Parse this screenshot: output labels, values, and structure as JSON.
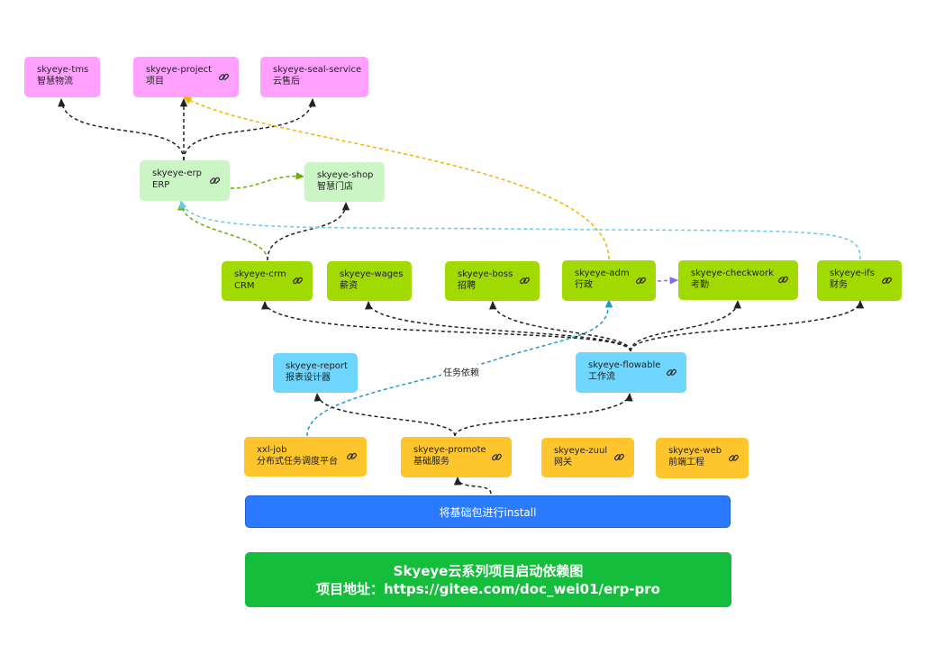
{
  "nodes": [
    {
      "id": "tms",
      "name": "skyeye-tms",
      "desc": "智慧物流",
      "link": false
    },
    {
      "id": "project",
      "name": "skyeye-project",
      "desc": "项目",
      "link": true
    },
    {
      "id": "seal",
      "name": "skyeye-seal-service",
      "desc": "云售后",
      "link": false
    },
    {
      "id": "erp",
      "name": "skyeye-erp",
      "desc": "ERP",
      "link": true
    },
    {
      "id": "shop",
      "name": "skyeye-shop",
      "desc": "智慧门店",
      "link": false
    },
    {
      "id": "crm",
      "name": "skyeye-crm",
      "desc": "CRM",
      "link": true
    },
    {
      "id": "wages",
      "name": "skyeye-wages",
      "desc": "薪资",
      "link": false
    },
    {
      "id": "boss",
      "name": "skyeye-boss",
      "desc": "招聘",
      "link": true
    },
    {
      "id": "adm",
      "name": "skyeye-adm",
      "desc": "行政",
      "link": true
    },
    {
      "id": "checkwork",
      "name": "skyeye-checkwork",
      "desc": "考勤",
      "link": true
    },
    {
      "id": "ifs",
      "name": "skyeye-ifs",
      "desc": "财务",
      "link": true
    },
    {
      "id": "report",
      "name": "skyeye-report",
      "desc": "报表设计器",
      "link": false
    },
    {
      "id": "flowable",
      "name": "skyeye-flowable",
      "desc": "工作流",
      "link": true
    },
    {
      "id": "xxljob",
      "name": "xxl-job",
      "desc": "分布式任务调度平台",
      "link": true
    },
    {
      "id": "promote",
      "name": "skyeye-promote",
      "desc": "基础服务",
      "link": true
    },
    {
      "id": "zuul",
      "name": "skyeye-zuul",
      "desc": "网关",
      "link": true
    },
    {
      "id": "web",
      "name": "skyeye-web",
      "desc": "前端工程",
      "link": true
    }
  ],
  "edge_labels": {
    "task_dependency": "任务依赖"
  },
  "install_bar": {
    "label": "将基础包进行install"
  },
  "title": {
    "line1": "Skyeye云系列项目启动依赖图",
    "line2": "项目地址：https://gitee.com/doc_wei01/erp-pro"
  },
  "colors": {
    "pink": "#ffa0ff",
    "light_green": "#ccf5c5",
    "green": "#a1da00",
    "cyan": "#6fd6ff",
    "yellow": "#ffc52c",
    "install_blue": "#2a7bff",
    "title_green": "#14bd3c",
    "edge_black": "#222222",
    "edge_orange": "#f0b400",
    "edge_green": "#6aac00",
    "edge_lightblue": "#6ccbe6",
    "edge_purple": "#7b6df0",
    "edge_blue": "#1a9bd0"
  }
}
